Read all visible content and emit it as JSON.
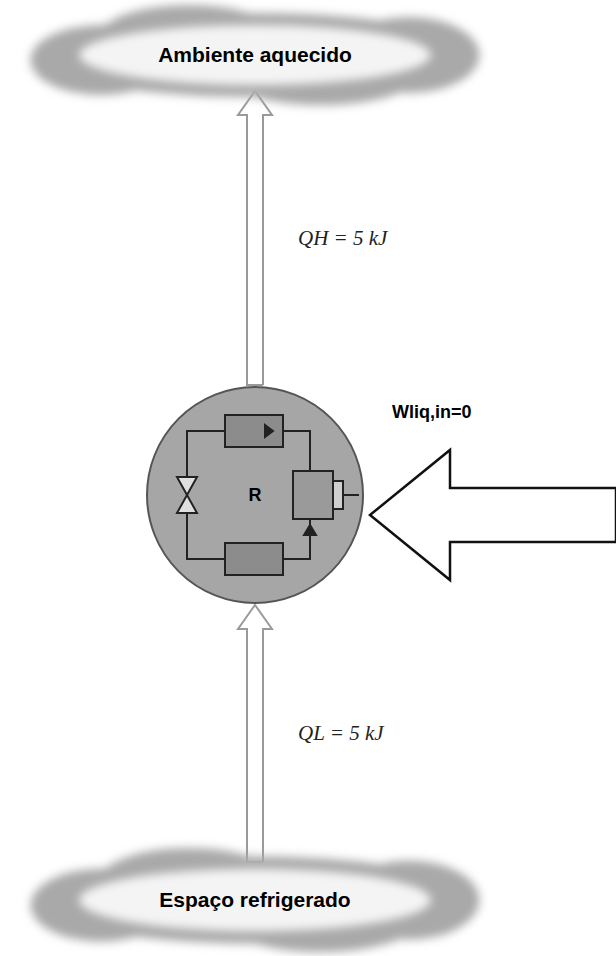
{
  "diagram": {
    "nodes": [
      {
        "text": [
          "Ambiente aquecido"
        ]
      },
      {
        "text": [
          "R"
        ]
      },
      {
        "text": [
          "Espaço refrigerado"
        ]
      }
    ],
    "edges": [
      {
        "from": 1,
        "to": 0,
        "arrow": "to",
        "label": "QH = 5 kJ"
      },
      {
        "from": 2,
        "to": 1,
        "arrow": "to",
        "label": "QL = 5 kJ"
      }
    ],
    "labels": [
      "Wliq,in=0"
    ]
  }
}
